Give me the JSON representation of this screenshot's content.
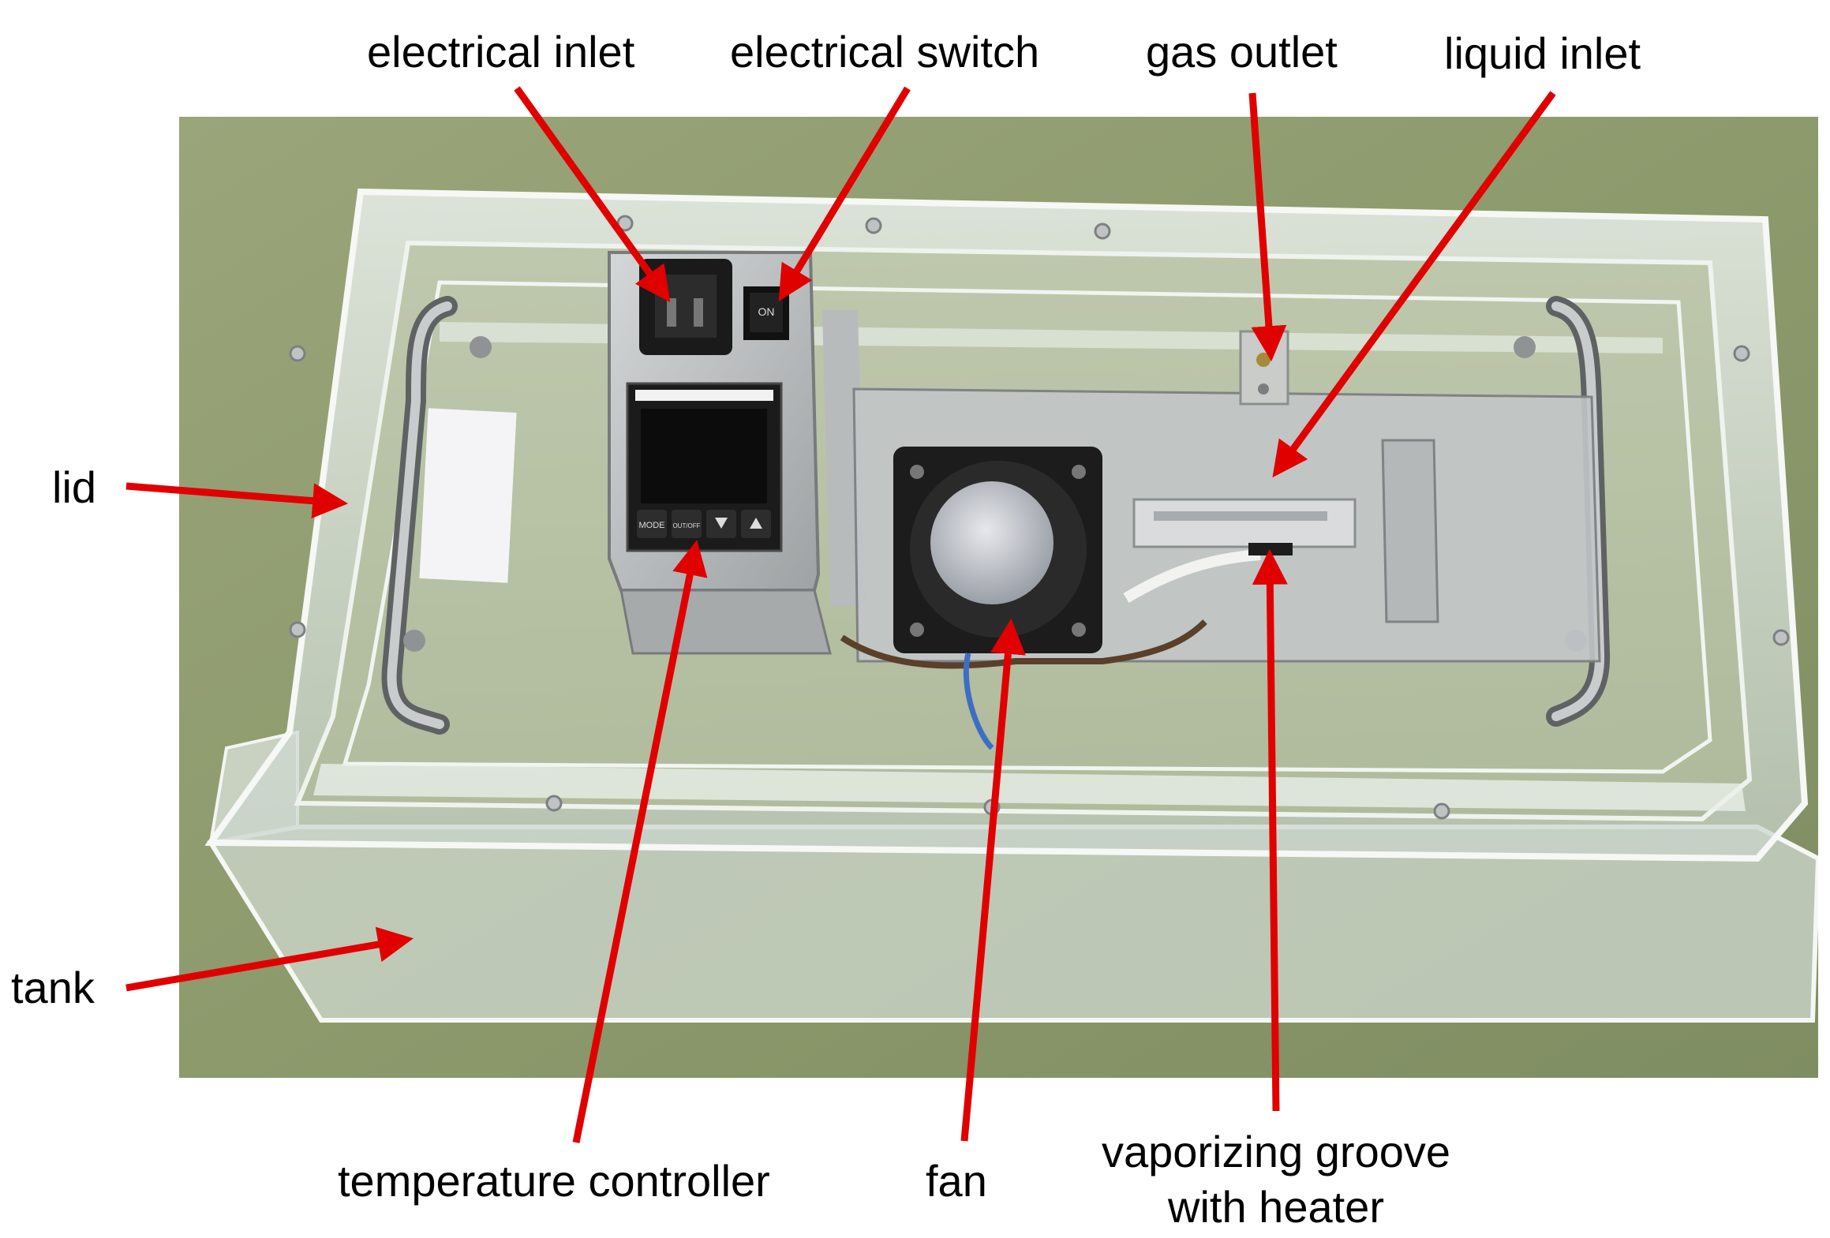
{
  "figure": {
    "labels": {
      "electrical_inlet": "electrical inlet",
      "electrical_switch": "electrical switch",
      "gas_outlet": "gas outlet",
      "liquid_inlet": "liquid inlet",
      "lid": "lid",
      "tank": "tank",
      "temperature_controller": "temperature controller",
      "fan": "fan",
      "vaporizing_groove_line1": "vaporizing groove",
      "vaporizing_groove_line2": "with heater"
    },
    "controller_buttons": {
      "mode": "MODE",
      "out_off": "OUT/OFF",
      "switch_on": "ON"
    },
    "colors": {
      "arrow": "#e00000",
      "floor": "#8d9a6a",
      "acrylic": "#d9e3dc",
      "metal": "#b7babb",
      "fan": "#1c1c1c"
    }
  }
}
